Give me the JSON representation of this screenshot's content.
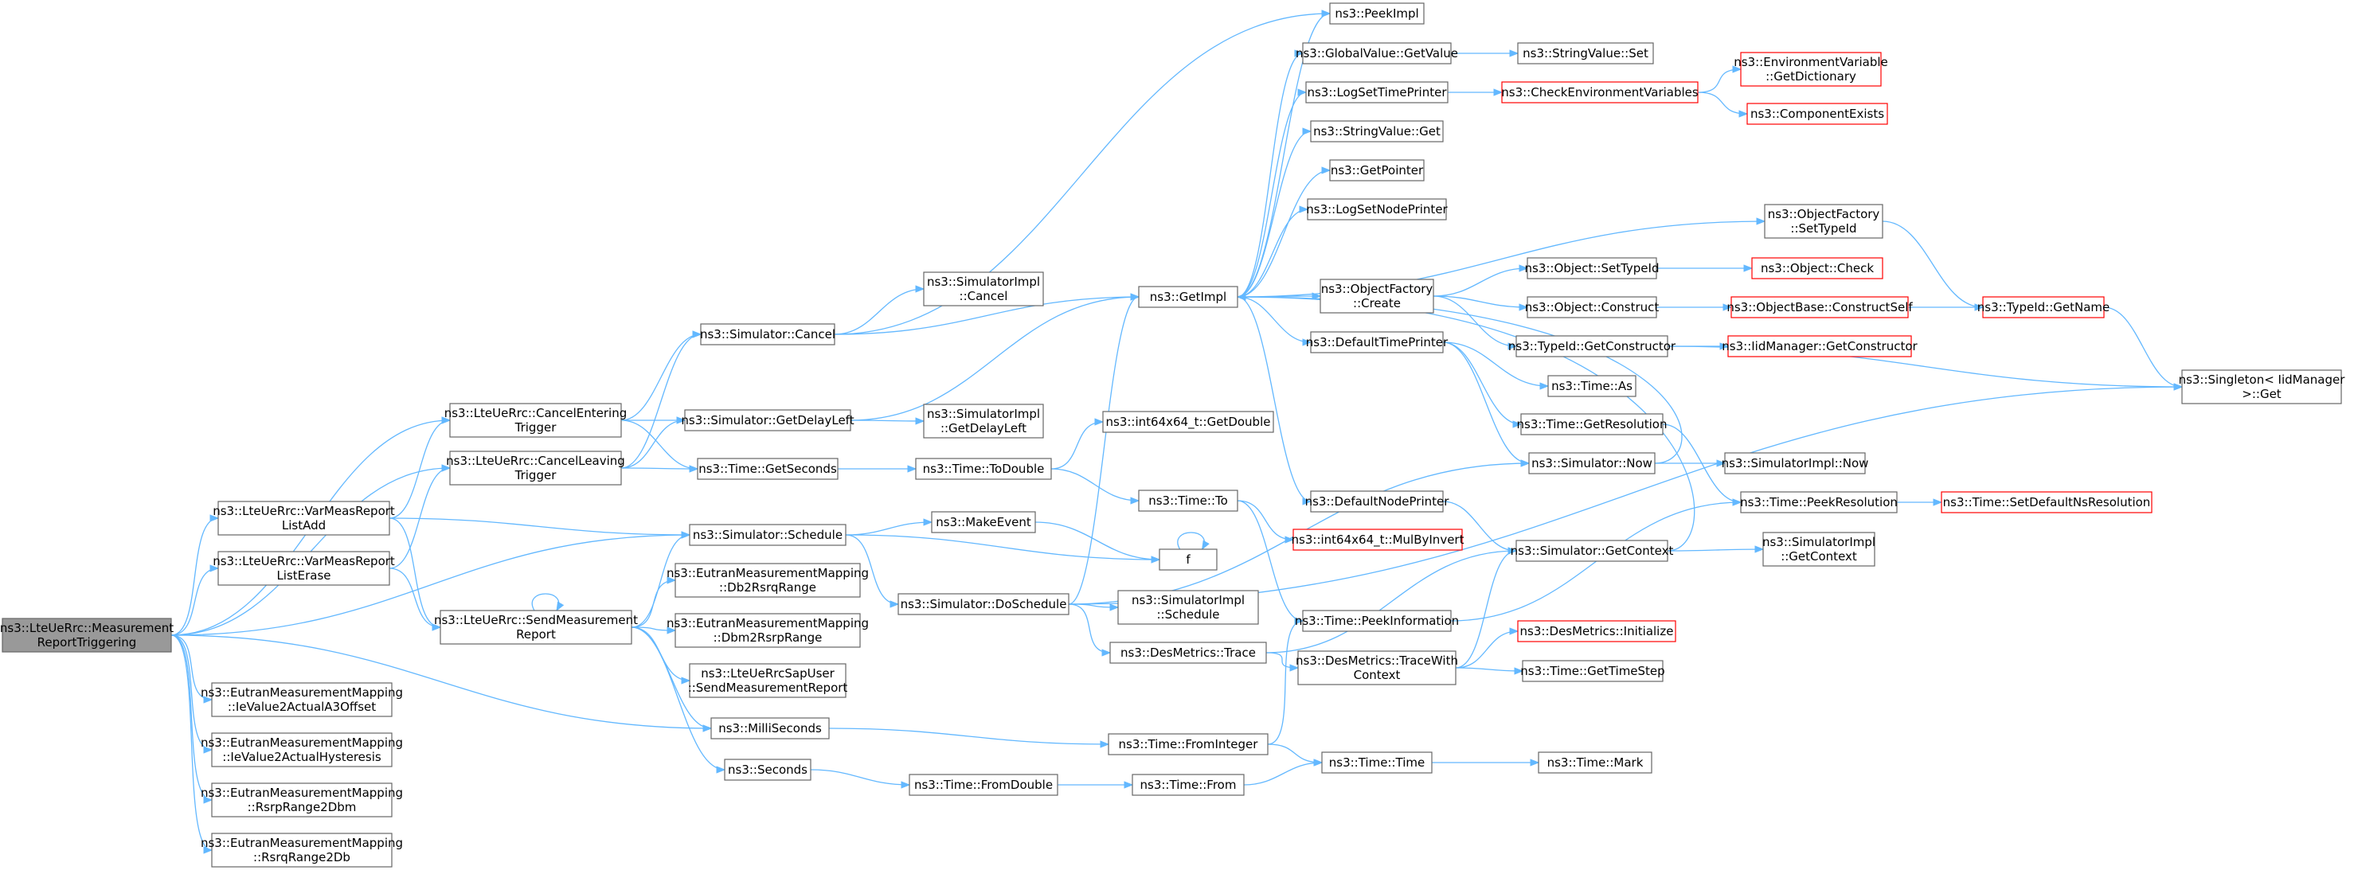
{
  "colors": {
    "edge": "#63b8ff",
    "border": "#666666",
    "root_fill": "#999999",
    "red": "#ff0000",
    "text": "#000000"
  },
  "nodes": [
    {
      "id": "root",
      "lines": [
        "ns3::LteUeRrc::Measurement",
        "ReportTriggering"
      ],
      "style": "root"
    },
    {
      "id": "cancelEntering",
      "lines": [
        "ns3::LteUeRrc::CancelEntering",
        "Trigger"
      ]
    },
    {
      "id": "cancelLeaving",
      "lines": [
        "ns3::LteUeRrc::CancelLeaving",
        "Trigger"
      ]
    },
    {
      "id": "varAdd",
      "lines": [
        "ns3::LteUeRrc::VarMeasReport",
        "ListAdd"
      ]
    },
    {
      "id": "varErase",
      "lines": [
        "ns3::LteUeRrc::VarMeasReport",
        "ListErase"
      ]
    },
    {
      "id": "ieA3",
      "lines": [
        "ns3::EutranMeasurementMapping",
        "::IeValue2ActualA3Offset"
      ]
    },
    {
      "id": "ieHyst",
      "lines": [
        "ns3::EutranMeasurementMapping",
        "::IeValue2ActualHysteresis"
      ]
    },
    {
      "id": "rsrp2dbm",
      "lines": [
        "ns3::EutranMeasurementMapping",
        "::RsrpRange2Dbm"
      ]
    },
    {
      "id": "rsrq2db",
      "lines": [
        "ns3::EutranMeasurementMapping",
        "::RsrqRange2Db"
      ]
    },
    {
      "id": "simCancel",
      "lines": [
        "ns3::Simulator::Cancel"
      ]
    },
    {
      "id": "getDelayLeft",
      "lines": [
        "ns3::Simulator::GetDelayLeft"
      ]
    },
    {
      "id": "getSeconds",
      "lines": [
        "ns3::Time::GetSeconds"
      ]
    },
    {
      "id": "schedule",
      "lines": [
        "ns3::Simulator::Schedule"
      ]
    },
    {
      "id": "sendReport",
      "lines": [
        "ns3::LteUeRrc::SendMeasurement",
        "Report"
      ]
    },
    {
      "id": "db2rsrq",
      "lines": [
        "ns3::EutranMeasurementMapping",
        "::Db2RsrqRange"
      ]
    },
    {
      "id": "dbm2rsrp",
      "lines": [
        "ns3::EutranMeasurementMapping",
        "::Dbm2RsrpRange"
      ]
    },
    {
      "id": "sapSend",
      "lines": [
        "ns3::LteUeRrcSapUser",
        "::SendMeasurementReport"
      ]
    },
    {
      "id": "milli",
      "lines": [
        "ns3::MilliSeconds"
      ]
    },
    {
      "id": "seconds",
      "lines": [
        "ns3::Seconds"
      ]
    },
    {
      "id": "implCancel",
      "lines": [
        "ns3::SimulatorImpl",
        "::Cancel"
      ]
    },
    {
      "id": "implDelay",
      "lines": [
        "ns3::SimulatorImpl",
        "::GetDelayLeft"
      ]
    },
    {
      "id": "toDouble",
      "lines": [
        "ns3::Time::ToDouble"
      ]
    },
    {
      "id": "makeEvent",
      "lines": [
        "ns3::MakeEvent"
      ]
    },
    {
      "id": "doSchedule",
      "lines": [
        "ns3::Simulator::DoSchedule"
      ]
    },
    {
      "id": "fromDouble",
      "lines": [
        "ns3::Time::FromDouble"
      ]
    },
    {
      "id": "getImpl",
      "lines": [
        "ns3::GetImpl"
      ]
    },
    {
      "id": "int64Double",
      "lines": [
        "ns3::int64x64_t::GetDouble"
      ]
    },
    {
      "id": "timeTo",
      "lines": [
        "ns3::Time::To"
      ]
    },
    {
      "id": "f",
      "lines": [
        "f"
      ]
    },
    {
      "id": "implSchedule",
      "lines": [
        "ns3::SimulatorImpl",
        "::Schedule"
      ]
    },
    {
      "id": "desTrace",
      "lines": [
        "ns3::DesMetrics::Trace"
      ]
    },
    {
      "id": "fromInteger",
      "lines": [
        "ns3::Time::FromInteger"
      ]
    },
    {
      "id": "timeFrom",
      "lines": [
        "ns3::Time::From"
      ]
    },
    {
      "id": "peekImpl",
      "lines": [
        "ns3::PeekImpl"
      ]
    },
    {
      "id": "gvGetValue",
      "lines": [
        "ns3::GlobalValue::GetValue"
      ]
    },
    {
      "id": "logSetTime",
      "lines": [
        "ns3::LogSetTimePrinter"
      ]
    },
    {
      "id": "svGet",
      "lines": [
        "ns3::StringValue::Get"
      ]
    },
    {
      "id": "getPointer",
      "lines": [
        "ns3::GetPointer"
      ]
    },
    {
      "id": "logSetNode",
      "lines": [
        "ns3::LogSetNodePrinter"
      ]
    },
    {
      "id": "ofCreate",
      "lines": [
        "ns3::ObjectFactory",
        "::Create"
      ]
    },
    {
      "id": "defTimePrinter",
      "lines": [
        "ns3::DefaultTimePrinter"
      ]
    },
    {
      "id": "defNodePrinter",
      "lines": [
        "ns3::DefaultNodePrinter"
      ]
    },
    {
      "id": "mulByInvert",
      "lines": [
        "ns3::int64x64_t::MulByInvert"
      ],
      "style": "red"
    },
    {
      "id": "peekInfo",
      "lines": [
        "ns3::Time::PeekInformation"
      ]
    },
    {
      "id": "traceCtx",
      "lines": [
        "ns3::DesMetrics::TraceWith",
        "Context"
      ]
    },
    {
      "id": "timeTime",
      "lines": [
        "ns3::Time::Time"
      ]
    },
    {
      "id": "svSet",
      "lines": [
        "ns3::StringValue::Set"
      ]
    },
    {
      "id": "checkEnv",
      "lines": [
        "ns3::CheckEnvironmentVariables"
      ],
      "style": "red"
    },
    {
      "id": "objSetTypeId",
      "lines": [
        "ns3::Object::SetTypeId"
      ]
    },
    {
      "id": "objConstruct",
      "lines": [
        "ns3::Object::Construct"
      ]
    },
    {
      "id": "tidGetCtor",
      "lines": [
        "ns3::TypeId::GetConstructor"
      ]
    },
    {
      "id": "timeAs",
      "lines": [
        "ns3::Time::As"
      ]
    },
    {
      "id": "getResolution",
      "lines": [
        "ns3::Time::GetResolution"
      ]
    },
    {
      "id": "simNow",
      "lines": [
        "ns3::Simulator::Now"
      ]
    },
    {
      "id": "getContext",
      "lines": [
        "ns3::Simulator::GetContext"
      ]
    },
    {
      "id": "desInit",
      "lines": [
        "ns3::DesMetrics::Initialize"
      ],
      "style": "red"
    },
    {
      "id": "getTimeStep",
      "lines": [
        "ns3::Time::GetTimeStep"
      ]
    },
    {
      "id": "timeMark",
      "lines": [
        "ns3::Time::Mark"
      ]
    },
    {
      "id": "envGetDict",
      "lines": [
        "ns3::EnvironmentVariable",
        "::GetDictionary"
      ],
      "style": "red"
    },
    {
      "id": "compExists",
      "lines": [
        "ns3::ComponentExists"
      ],
      "style": "red"
    },
    {
      "id": "ofSetTypeId",
      "lines": [
        "ns3::ObjectFactory",
        "::SetTypeId"
      ]
    },
    {
      "id": "objCheck",
      "lines": [
        "ns3::Object::Check"
      ],
      "style": "red"
    },
    {
      "id": "obConstructSelf",
      "lines": [
        "ns3::ObjectBase::ConstructSelf"
      ],
      "style": "red"
    },
    {
      "id": "iidGetCtor",
      "lines": [
        "ns3::IidManager::GetConstructor"
      ],
      "style": "red"
    },
    {
      "id": "implNow",
      "lines": [
        "ns3::SimulatorImpl::Now"
      ]
    },
    {
      "id": "peekRes",
      "lines": [
        "ns3::Time::PeekResolution"
      ]
    },
    {
      "id": "implGetCtx",
      "lines": [
        "ns3::SimulatorImpl",
        "::GetContext"
      ]
    },
    {
      "id": "tidGetName",
      "lines": [
        "ns3::TypeId::GetName"
      ],
      "style": "red"
    },
    {
      "id": "setDefRes",
      "lines": [
        "ns3::Time::SetDefaultNsResolution"
      ],
      "style": "red"
    },
    {
      "id": "singleton",
      "lines": [
        "ns3::Singleton< IidManager",
        " >::Get"
      ]
    }
  ],
  "edges": [
    [
      "root",
      "cancelEntering"
    ],
    [
      "root",
      "cancelLeaving"
    ],
    [
      "root",
      "varAdd"
    ],
    [
      "root",
      "varErase"
    ],
    [
      "root",
      "schedule"
    ],
    [
      "root",
      "milli"
    ],
    [
      "root",
      "ieA3"
    ],
    [
      "root",
      "ieHyst"
    ],
    [
      "root",
      "rsrp2dbm"
    ],
    [
      "root",
      "rsrq2db"
    ],
    [
      "cancelEntering",
      "simCancel"
    ],
    [
      "cancelEntering",
      "getDelayLeft"
    ],
    [
      "cancelEntering",
      "getSeconds"
    ],
    [
      "cancelLeaving",
      "simCancel"
    ],
    [
      "cancelLeaving",
      "getDelayLeft"
    ],
    [
      "cancelLeaving",
      "getSeconds"
    ],
    [
      "varAdd",
      "cancelEntering"
    ],
    [
      "varAdd",
      "schedule"
    ],
    [
      "varAdd",
      "sendReport"
    ],
    [
      "varErase",
      "cancelLeaving"
    ],
    [
      "varErase",
      "sendReport"
    ],
    [
      "sendReport",
      "sendReport"
    ],
    [
      "sendReport",
      "schedule"
    ],
    [
      "sendReport",
      "db2rsrq"
    ],
    [
      "sendReport",
      "dbm2rsrp"
    ],
    [
      "sendReport",
      "sapSend"
    ],
    [
      "sendReport",
      "milli"
    ],
    [
      "sendReport",
      "seconds"
    ],
    [
      "simCancel",
      "peekImpl"
    ],
    [
      "simCancel",
      "implCancel"
    ],
    [
      "simCancel",
      "getImpl"
    ],
    [
      "getDelayLeft",
      "getImpl"
    ],
    [
      "getDelayLeft",
      "implDelay"
    ],
    [
      "getSeconds",
      "toDouble"
    ],
    [
      "schedule",
      "makeEvent"
    ],
    [
      "schedule",
      "doSchedule"
    ],
    [
      "schedule",
      "f"
    ],
    [
      "makeEvent",
      "f"
    ],
    [
      "f",
      "f"
    ],
    [
      "toDouble",
      "int64Double"
    ],
    [
      "toDouble",
      "timeTo"
    ],
    [
      "milli",
      "fromInteger"
    ],
    [
      "seconds",
      "fromDouble"
    ],
    [
      "fromDouble",
      "timeFrom"
    ],
    [
      "doSchedule",
      "getImpl"
    ],
    [
      "doSchedule",
      "implSchedule"
    ],
    [
      "doSchedule",
      "desTrace"
    ],
    [
      "doSchedule",
      "simNow"
    ],
    [
      "doSchedule",
      "singleton"
    ],
    [
      "timeTo",
      "mulByInvert"
    ],
    [
      "timeTo",
      "peekInfo"
    ],
    [
      "desTrace",
      "getContext"
    ],
    [
      "desTrace",
      "traceCtx"
    ],
    [
      "fromInteger",
      "peekInfo"
    ],
    [
      "fromInteger",
      "timeTime"
    ],
    [
      "timeFrom",
      "timeTime"
    ],
    [
      "getImpl",
      "peekImpl"
    ],
    [
      "getImpl",
      "gvGetValue"
    ],
    [
      "getImpl",
      "logSetTime"
    ],
    [
      "getImpl",
      "svGet"
    ],
    [
      "getImpl",
      "getPointer"
    ],
    [
      "getImpl",
      "logSetNode"
    ],
    [
      "getImpl",
      "ofSetTypeId"
    ],
    [
      "getImpl",
      "ofCreate"
    ],
    [
      "getImpl",
      "defTimePrinter"
    ],
    [
      "getImpl",
      "defNodePrinter"
    ],
    [
      "gvGetValue",
      "svSet"
    ],
    [
      "logSetTime",
      "checkEnv"
    ],
    [
      "checkEnv",
      "envGetDict"
    ],
    [
      "checkEnv",
      "compExists"
    ],
    [
      "ofCreate",
      "objSetTypeId"
    ],
    [
      "ofCreate",
      "objConstruct"
    ],
    [
      "ofCreate",
      "tidGetCtor"
    ],
    [
      "objSetTypeId",
      "objCheck"
    ],
    [
      "objConstruct",
      "obConstructSelf"
    ],
    [
      "tidGetCtor",
      "iidGetCtor"
    ],
    [
      "tidGetCtor",
      "singleton"
    ],
    [
      "obConstructSelf",
      "tidGetName"
    ],
    [
      "ofSetTypeId",
      "tidGetName"
    ],
    [
      "tidGetName",
      "singleton"
    ],
    [
      "defTimePrinter",
      "timeAs"
    ],
    [
      "defTimePrinter",
      "getResolution"
    ],
    [
      "defTimePrinter",
      "simNow"
    ],
    [
      "defNodePrinter",
      "getContext"
    ],
    [
      "getResolution",
      "peekRes"
    ],
    [
      "simNow",
      "implNow"
    ],
    [
      "simNow",
      "getImpl"
    ],
    [
      "getContext",
      "implGetCtx"
    ],
    [
      "getContext",
      "getImpl"
    ],
    [
      "peekInfo",
      "peekRes"
    ],
    [
      "traceCtx",
      "desInit"
    ],
    [
      "traceCtx",
      "getTimeStep"
    ],
    [
      "traceCtx",
      "getContext"
    ],
    [
      "timeTime",
      "timeMark"
    ],
    [
      "peekRes",
      "setDefRes"
    ]
  ]
}
